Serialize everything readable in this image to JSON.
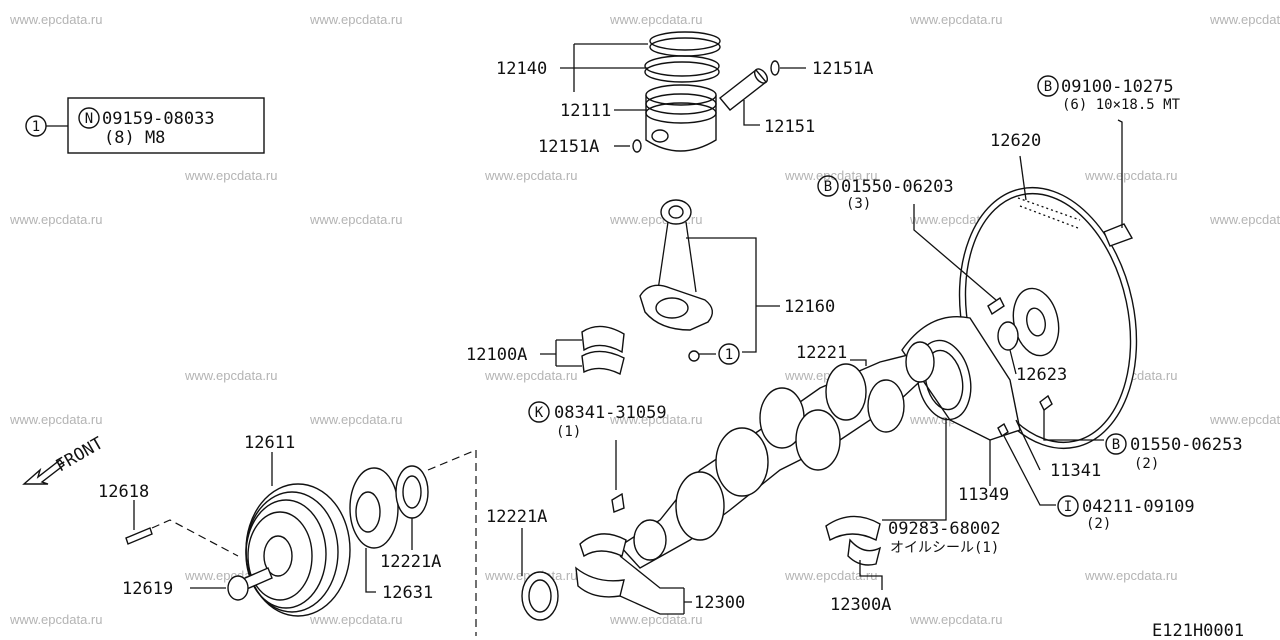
{
  "watermark": "www.epcdata.ru",
  "legend": {
    "circle": "1",
    "letter": "N",
    "part_no": "09159-08033",
    "qty": "(8) M8"
  },
  "front_label": "FRONT",
  "drawing_id": "E121H0001",
  "labels": {
    "p12140": "12140",
    "p12151A_top": "12151A",
    "p12111": "12111",
    "p12151": "12151",
    "p12151A_left": "12151A",
    "p12160": "12160",
    "p12100A": "12100A",
    "p12221": "12221",
    "p12620": "12620",
    "p12623": "12623",
    "p11341": "11341",
    "p11349": "11349",
    "p12611": "12611",
    "p12618": "12618",
    "p12619": "12619",
    "p12631": "12631",
    "p12221A_right": "12221A",
    "p12221A_left": "12221A",
    "p12300": "12300",
    "p12300A": "12300A",
    "circle_one": "1"
  },
  "callouts": {
    "b_top": {
      "letter": "B",
      "part_no": "09100-10275",
      "qty": "(6) 10×18.5 MT"
    },
    "b_mid": {
      "letter": "B",
      "part_no": "01550-06203",
      "qty": "(3)"
    },
    "k": {
      "letter": "K",
      "part_no": "08341-31059",
      "qty": "(1)"
    },
    "b_right": {
      "letter": "B",
      "part_no": "01550-06253",
      "qty": "(2)"
    },
    "i": {
      "letter": "I",
      "part_no": "04211-09109",
      "qty": "(2)"
    },
    "oil_seal": {
      "part_no": "09283-68002",
      "text": "オイルシール(1)"
    }
  }
}
